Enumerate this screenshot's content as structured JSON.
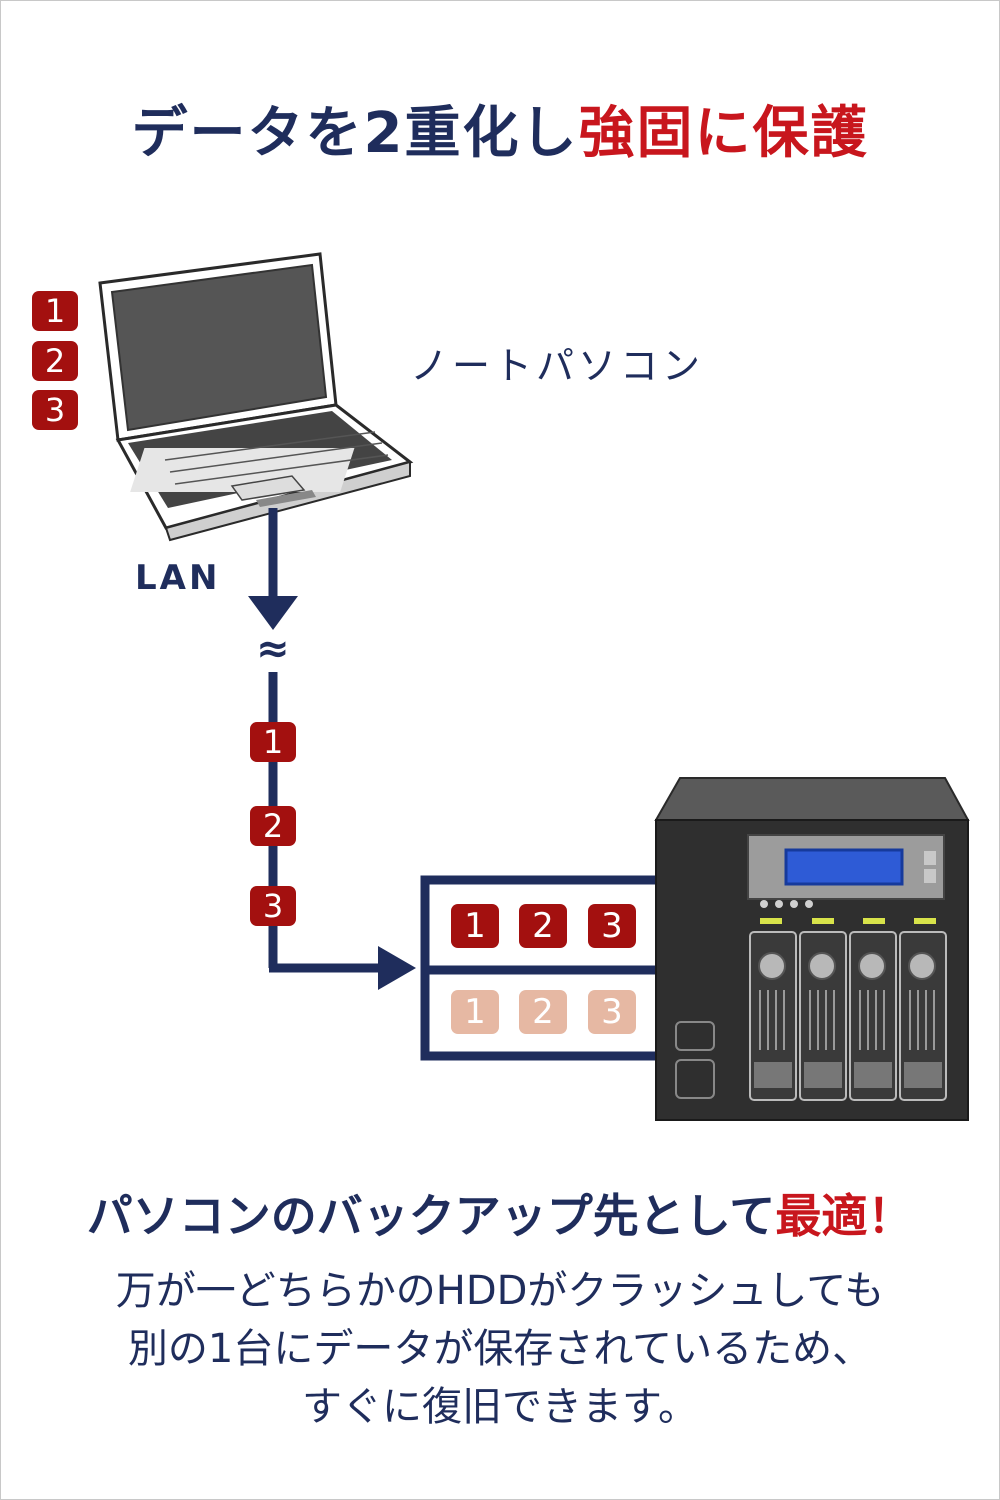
{
  "headline": {
    "main": "データを2重化し",
    "accent": "強固に保護"
  },
  "laptop_label": "ノートパソコン",
  "lan_label": "LAN",
  "wave_symbol": "≈",
  "laptop_badges": [
    "1",
    "2",
    "3"
  ],
  "cable_badges": [
    "1",
    "2",
    "3"
  ],
  "drive_primary_badges": [
    "1",
    "2",
    "3"
  ],
  "drive_mirror_badges": [
    "1",
    "2",
    "3"
  ],
  "tagline": {
    "main": "パソコンのバックアップ先として",
    "accent": "最適！"
  },
  "body_lines": [
    "万が一どちらかのHDDがクラッシュしても",
    "別の1台にデータが保存されているため、",
    "すぐに復旧できます。"
  ],
  "colors": {
    "navy": "#1f2d5c",
    "accent_red": "#c8161d",
    "badge_red": "#a3100f",
    "badge_faded": "#e6b8a3"
  },
  "icons": {
    "laptop": "laptop-illustration",
    "nas": "nas-4bay-illustration"
  }
}
